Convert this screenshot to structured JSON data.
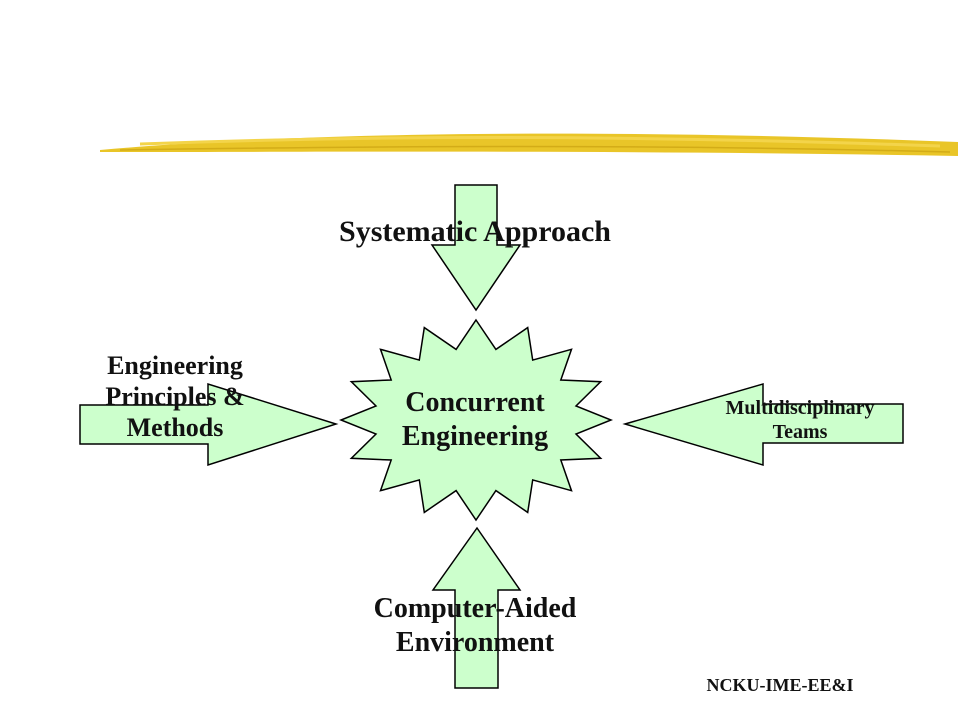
{
  "colors": {
    "arrow_fill": "#ccffcc",
    "starburst_fill": "#ccffcc",
    "outline": "#000000",
    "highlight_stroke": "#e8c21c"
  },
  "center": {
    "text": [
      "Concurrent",
      "Engineering"
    ]
  },
  "inputs": {
    "top": {
      "text": "Systematic Approach"
    },
    "left": {
      "text": [
        "Engineering",
        "Principles &",
        "Methods"
      ]
    },
    "right": {
      "text": [
        "Multidisciplinary",
        "Teams"
      ]
    },
    "bottom": {
      "text": [
        "Computer-Aided",
        "Environment"
      ]
    }
  },
  "footer": {
    "text": "NCKU-IME-EE&I"
  }
}
